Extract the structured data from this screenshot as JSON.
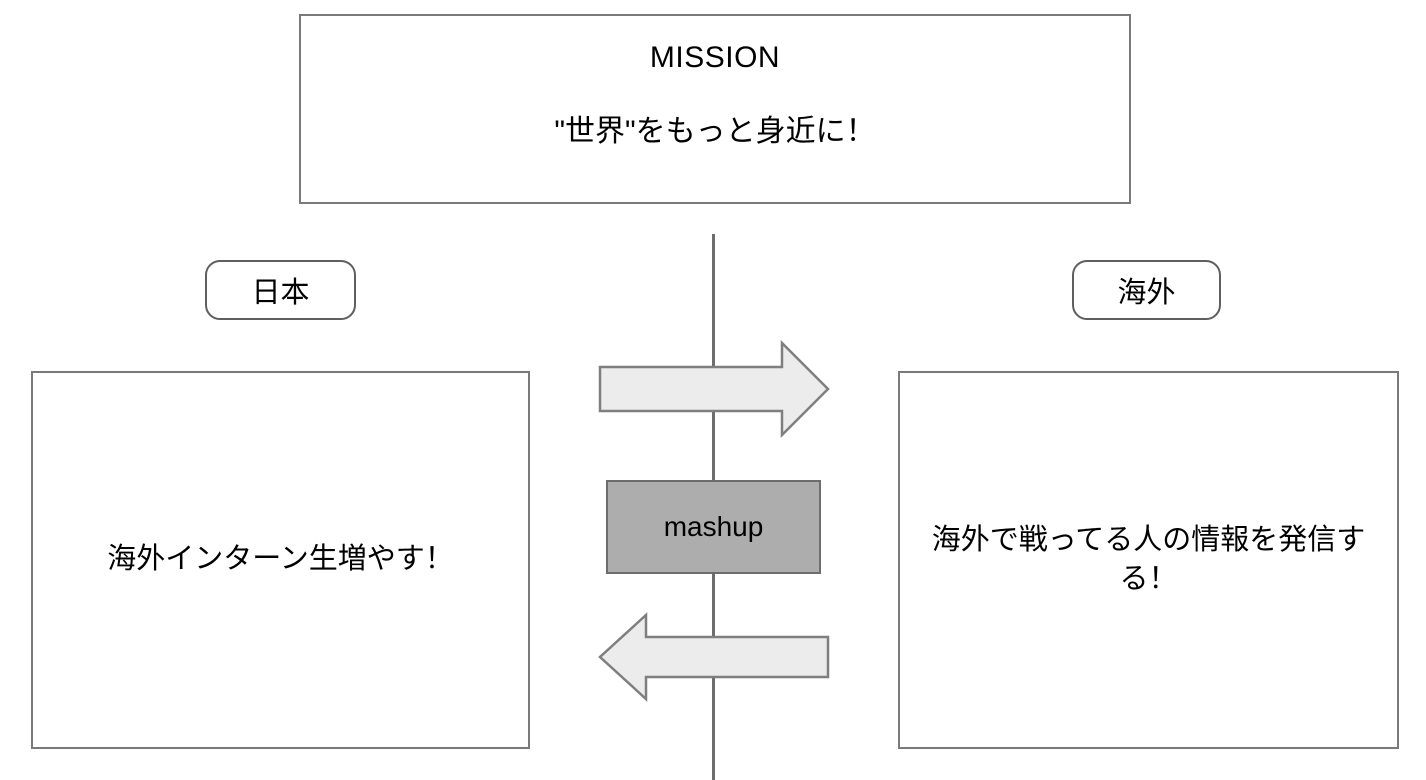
{
  "diagram": {
    "mission": {
      "title": "MISSION",
      "subtitle": "\"世界\"をもっと身近に！"
    },
    "regions": {
      "left_label": "日本",
      "right_label": "海外"
    },
    "goals": {
      "left_text": "海外インターン生増やす！",
      "right_text": "海外で戦ってる人の情報を発信する！"
    },
    "center": {
      "mashup_label": "mashup",
      "arrow_top": "right-arrow-icon",
      "arrow_bottom": "left-arrow-icon",
      "divider": "vertical-divider"
    },
    "colors": {
      "border": "#7a7a7a",
      "divider": "#6d6d6d",
      "arrow_fill": "#ececec",
      "arrow_stroke": "#7f7f7f",
      "mashup_fill": "#adadad",
      "background": "#ffffff",
      "text": "#000000"
    }
  }
}
